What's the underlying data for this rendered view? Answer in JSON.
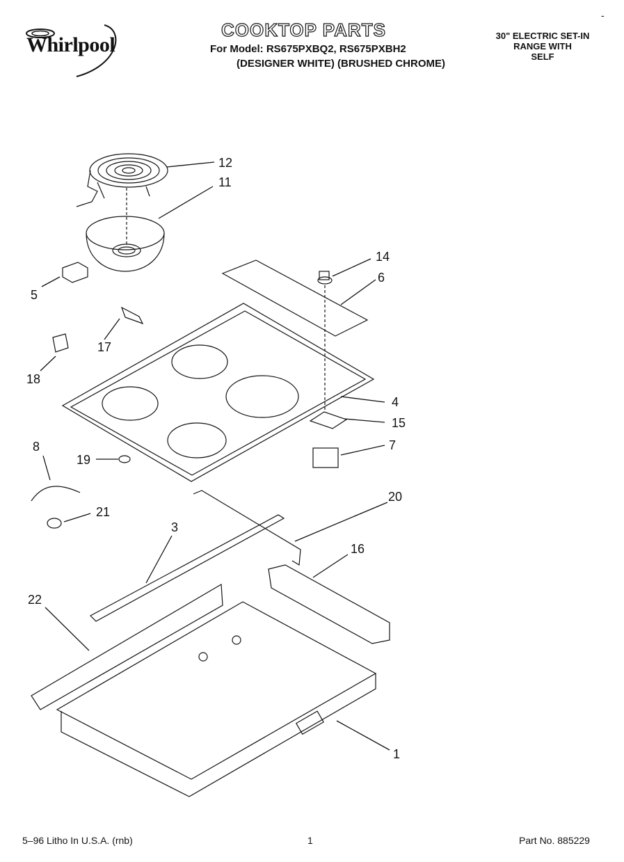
{
  "header": {
    "brand": "Whirlpool",
    "title": "COOKTOP PARTS",
    "model_line": "For Model: RS675PXBQ2, RS675PXBH2",
    "variant_line": "(DESIGNER WHITE) (BRUSHED CHROME)",
    "right_title": [
      "30\" ELECTRIC SET-IN",
      "RANGE WITH",
      "SELF"
    ],
    "corner_mark": "-"
  },
  "callouts": [
    "12",
    "11",
    "14",
    "6",
    "5",
    "17",
    "18",
    "4",
    "15",
    "7",
    "8",
    "19",
    "20",
    "21",
    "3",
    "16",
    "22",
    "1"
  ],
  "footer": {
    "litho": "5–96 Litho In U.S.A. (rnb)",
    "page": "1",
    "part_no": "Part No. 885229"
  }
}
